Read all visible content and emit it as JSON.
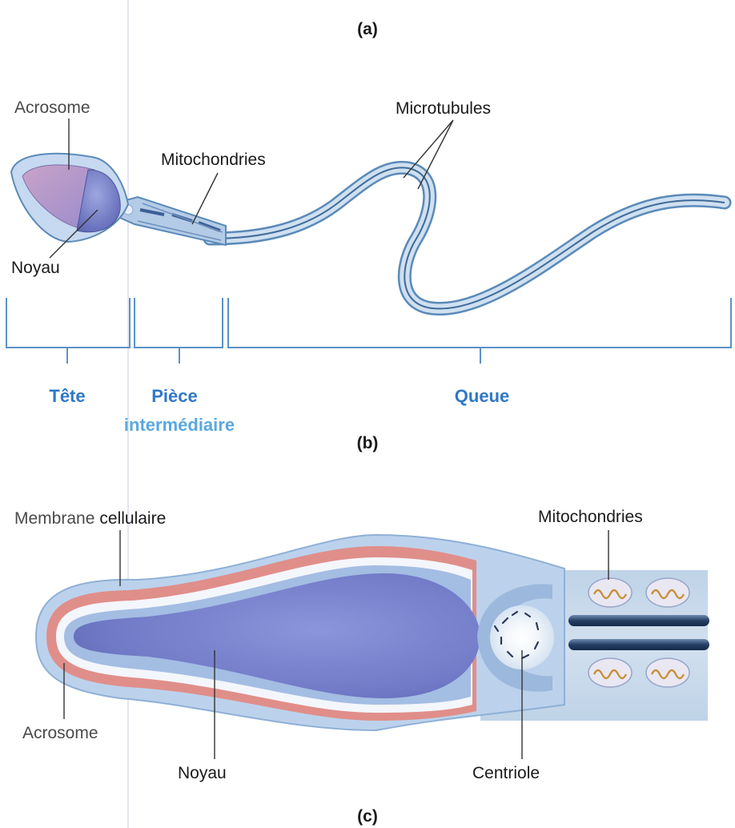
{
  "panel_a": {
    "letter": "(a)"
  },
  "panel_b": {
    "letter": "(b)",
    "labels": {
      "acrosome": "Acrosome",
      "noyau": "Noyau",
      "mitochondries": "Mitochondries",
      "microtubules": "Microtubules"
    },
    "regions": {
      "tete": "Tête",
      "piece_line1": "Pièce",
      "piece_line2": "intermédiaire",
      "queue": "Queue"
    }
  },
  "panel_c": {
    "letter": "(c)",
    "labels": {
      "membrane_word1": "Membrane",
      "membrane_word2": "cellulaire",
      "mitochondries": "Mitochondries",
      "acrosome": "Acrosome",
      "noyau": "Noyau",
      "centriole": "Centriole"
    }
  },
  "colors": {
    "membrane": "#b9d2ef",
    "nucleus": "#7d86c9",
    "acrosome": "#d98a86",
    "label_blue": "#2f78c7",
    "label_lightblue": "#5aa8e0"
  }
}
